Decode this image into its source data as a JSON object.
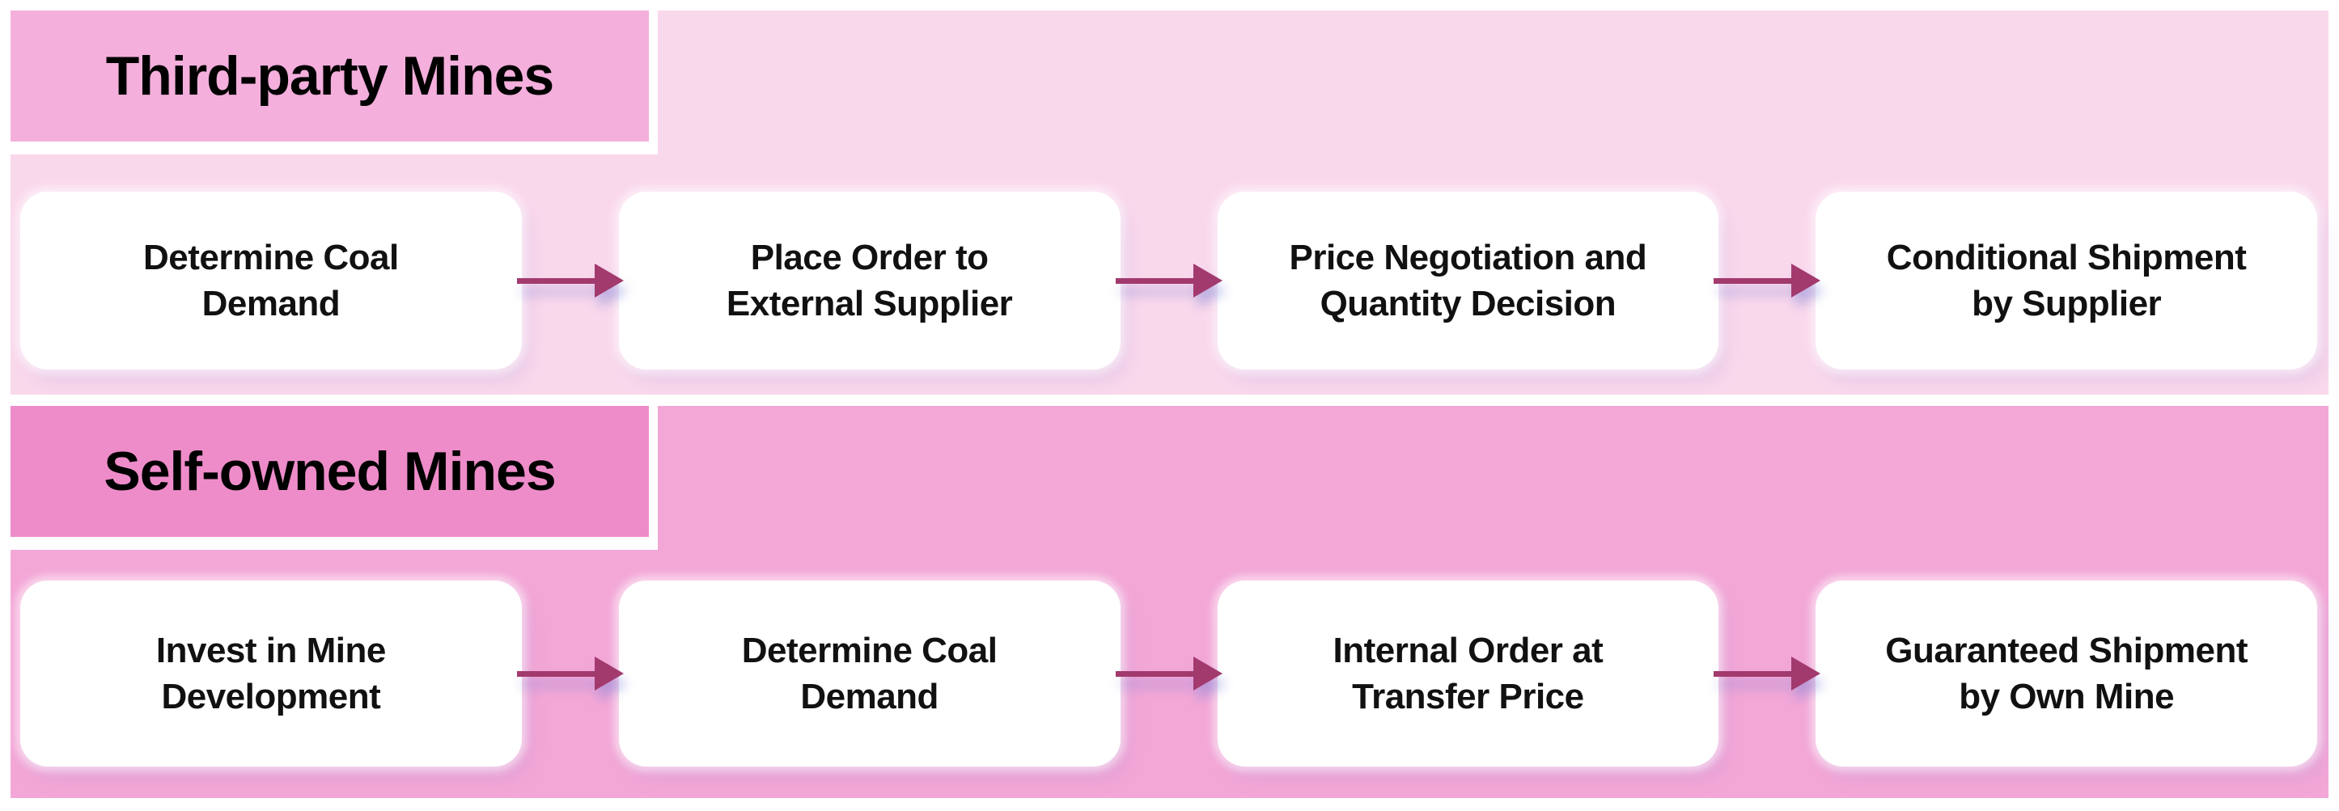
{
  "colors": {
    "band_light": "#FAD8EC",
    "header_light": "#F4AFDC",
    "band_medium": "#F3A7D7",
    "header_medium": "#EE8CC9",
    "arrow": "#A23A6E",
    "text": "#111111",
    "page_bg": "#ffffff"
  },
  "sections": [
    {
      "title": "Third-party Mines",
      "steps": [
        {
          "line1": "Determine Coal",
          "line2": "Demand"
        },
        {
          "line1": "Place Order to",
          "line2": "External Supplier"
        },
        {
          "line1": "Price Negotiation and",
          "line2": "Quantity Decision"
        },
        {
          "line1": "Conditional Shipment",
          "line2": "by Supplier"
        }
      ]
    },
    {
      "title": "Self-owned Mines",
      "steps": [
        {
          "line1": "Invest in Mine",
          "line2": "Development"
        },
        {
          "line1": "Determine Coal",
          "line2": "Demand"
        },
        {
          "line1": "Internal Order at",
          "line2": "Transfer Price"
        },
        {
          "line1": "Guaranteed Shipment",
          "line2": "by Own Mine"
        }
      ]
    }
  ]
}
